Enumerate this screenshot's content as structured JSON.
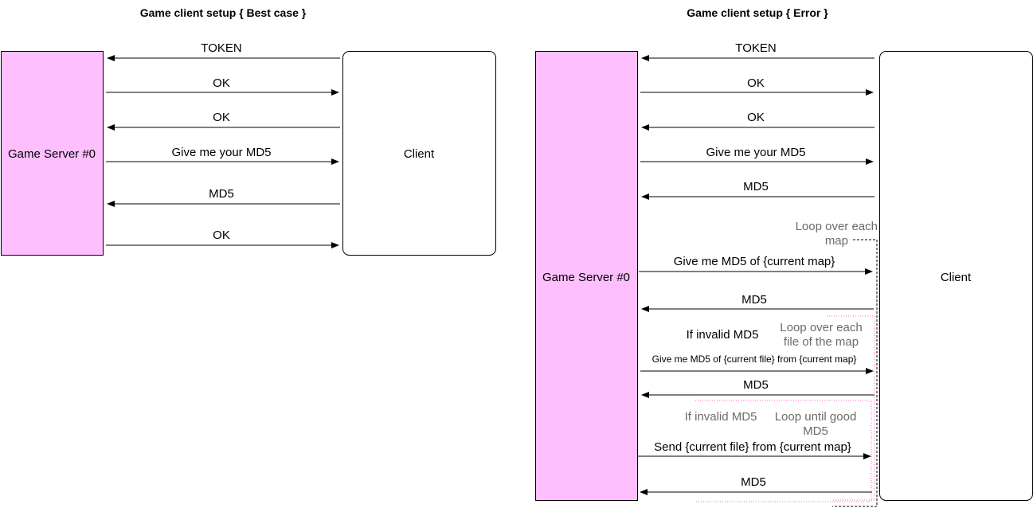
{
  "colors": {
    "server_fill": "#ffbfff",
    "client_fill": "#ffffff",
    "loop_map_border": "#000000",
    "loop_file_border": "#ff66cc",
    "loop_until_border": "#ff66cc",
    "note_text": "#6b6b6b"
  },
  "left": {
    "title": "Game client setup { Best case }",
    "server_label": "Game Server #0",
    "client_label": "Client",
    "messages": [
      {
        "label": "TOKEN",
        "direction": "to-server"
      },
      {
        "label": "OK",
        "direction": "to-client"
      },
      {
        "label": "OK",
        "direction": "to-server"
      },
      {
        "label": "Give me your MD5",
        "direction": "to-client"
      },
      {
        "label": "MD5",
        "direction": "to-server"
      },
      {
        "label": "OK",
        "direction": "to-client"
      }
    ]
  },
  "right": {
    "title": "Game client setup { Error }",
    "server_label": "Game Server #0",
    "client_label": "Client",
    "messages": [
      {
        "label": "TOKEN",
        "direction": "to-server"
      },
      {
        "label": "OK",
        "direction": "to-client"
      },
      {
        "label": "OK",
        "direction": "to-server"
      },
      {
        "label": "Give me your MD5",
        "direction": "to-client"
      },
      {
        "label": "MD5",
        "direction": "to-server"
      },
      {
        "label": "Give me MD5 of {current map}",
        "direction": "to-client"
      },
      {
        "label": "MD5",
        "direction": "to-server"
      },
      {
        "label": "Give me MD5 of {current file} from {current map}",
        "direction": "to-client"
      },
      {
        "label": "MD5",
        "direction": "to-server"
      },
      {
        "label": "Send {current file} from {current map}",
        "direction": "to-client"
      },
      {
        "label": "MD5",
        "direction": "to-server"
      }
    ],
    "loops": {
      "map": [
        "Loop over each",
        "map"
      ],
      "file": [
        "Loop over each",
        "file of the map"
      ],
      "until": [
        "Loop until good",
        "MD5"
      ]
    },
    "conditions": {
      "first": "If invalid MD5",
      "second": "If invalid MD5"
    }
  }
}
